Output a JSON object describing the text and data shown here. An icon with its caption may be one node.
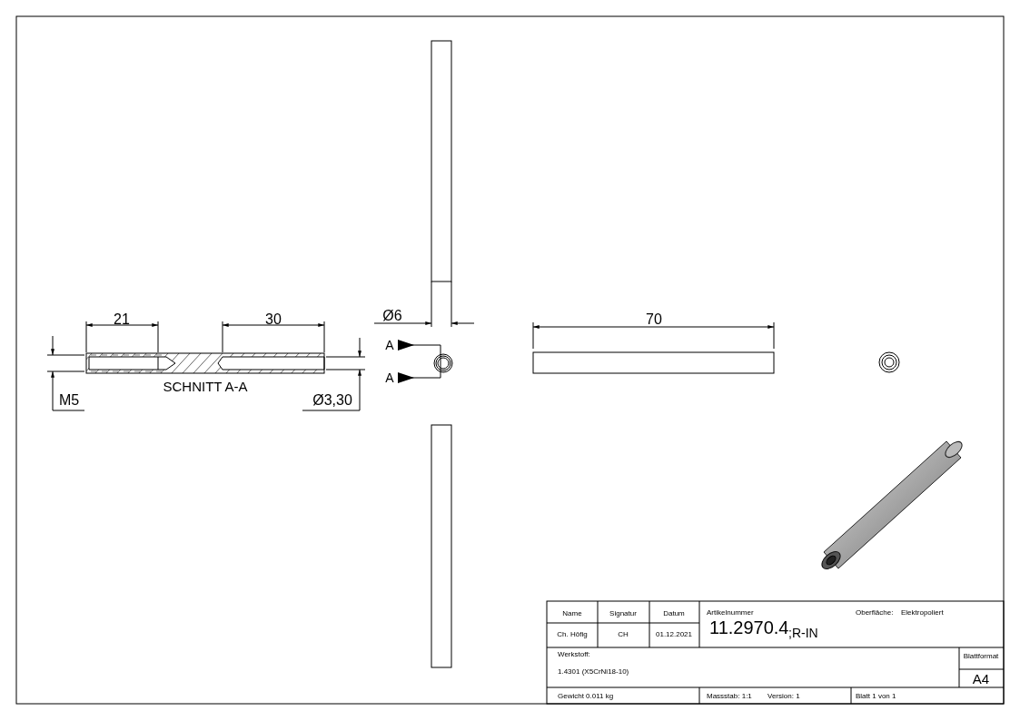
{
  "diagram": {
    "labels": [
      "21",
      "30",
      "Ø6",
      "70",
      "A",
      "A",
      "SCHNITT A-A",
      "M5",
      "Ø3,30",
      "Name",
      "Signatur",
      "Datum",
      "Artikelnummer",
      "Oberfläche:",
      "Elektropoliert",
      "Ch. Höfig",
      "CH",
      "01.12.2021",
      "11.2970.4",
      ";R-IN",
      "Werkstoff:",
      "Blattformat",
      "1.4301 (X5CrNi18-10)",
      "A4",
      "Gewicht 0.011 kg",
      "Massstab: 1:1",
      "Version: 1",
      "Blatt 1 von 1"
    ]
  }
}
